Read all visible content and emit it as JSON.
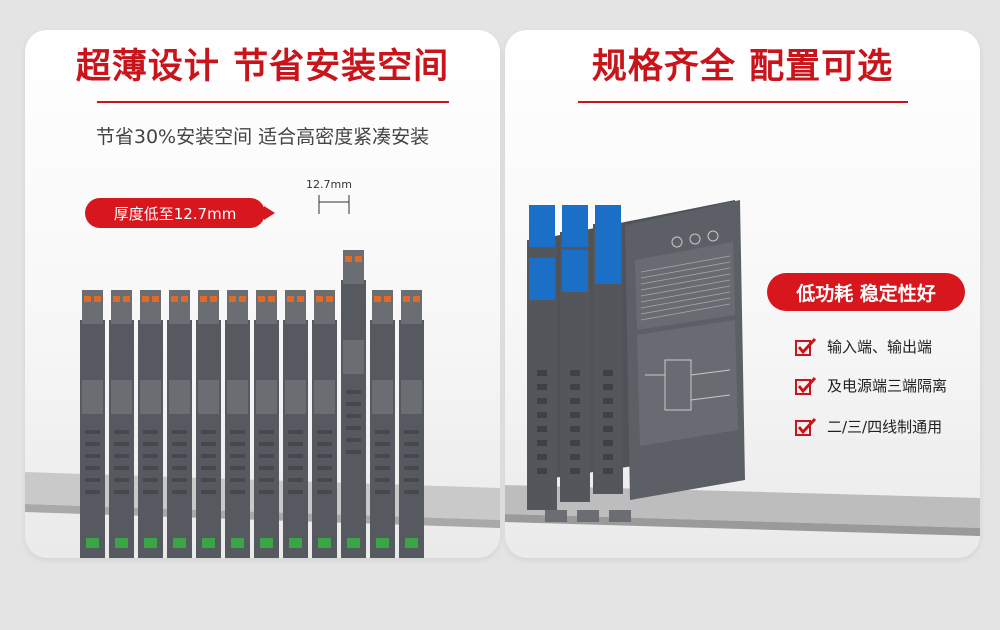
{
  "left_panel": {
    "title": "超薄设计 节省安装空间",
    "subtitle": "节省30%安装空间 适合高密度紧凑安装",
    "dimension_label": "12.7mm",
    "callout": "厚度低至12.7mm"
  },
  "right_panel": {
    "title": "规格齐全 配置可选",
    "badge": "低功耗 稳定性好",
    "features": [
      "输入端、输出端",
      "及电源端三端隔离",
      "二/三/四线制通用"
    ]
  },
  "colors": {
    "accent": "#c8141a",
    "module_body": "#565a60",
    "terminal_blue": "#1c6fc6",
    "terminal_green": "#3aa545",
    "terminal_orange": "#e06a2a"
  }
}
